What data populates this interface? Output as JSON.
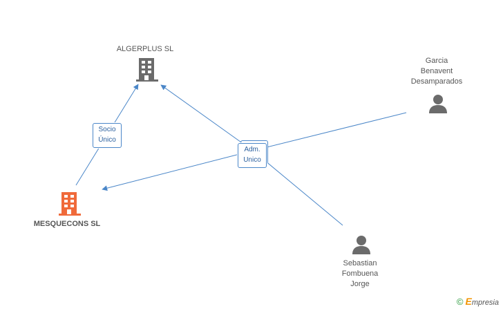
{
  "nodes": {
    "algerplus": {
      "label": "ALGERPLUS SL",
      "icon": "building-icon",
      "color": "#6b6b6b"
    },
    "mesquecons": {
      "label": "MESQUECONS SL",
      "icon": "building-icon",
      "color": "#f06a3a"
    },
    "garcia": {
      "label_lines": [
        "Garcia",
        "Benavent",
        "Desamparados"
      ],
      "icon": "person-icon",
      "color": "#6b6b6b"
    },
    "sebastian": {
      "label_lines": [
        "Sebastian",
        "Fombuena",
        "Jorge"
      ],
      "icon": "person-icon",
      "color": "#6b6b6b"
    }
  },
  "edge_labels": {
    "socio": [
      "Socio",
      "Único"
    ],
    "adm": [
      "Adm.",
      "Unico"
    ]
  },
  "edge_color": "#4a86c8",
  "watermark": {
    "copyright": "©",
    "brand_initial": "E",
    "brand_rest": "mpresia"
  }
}
